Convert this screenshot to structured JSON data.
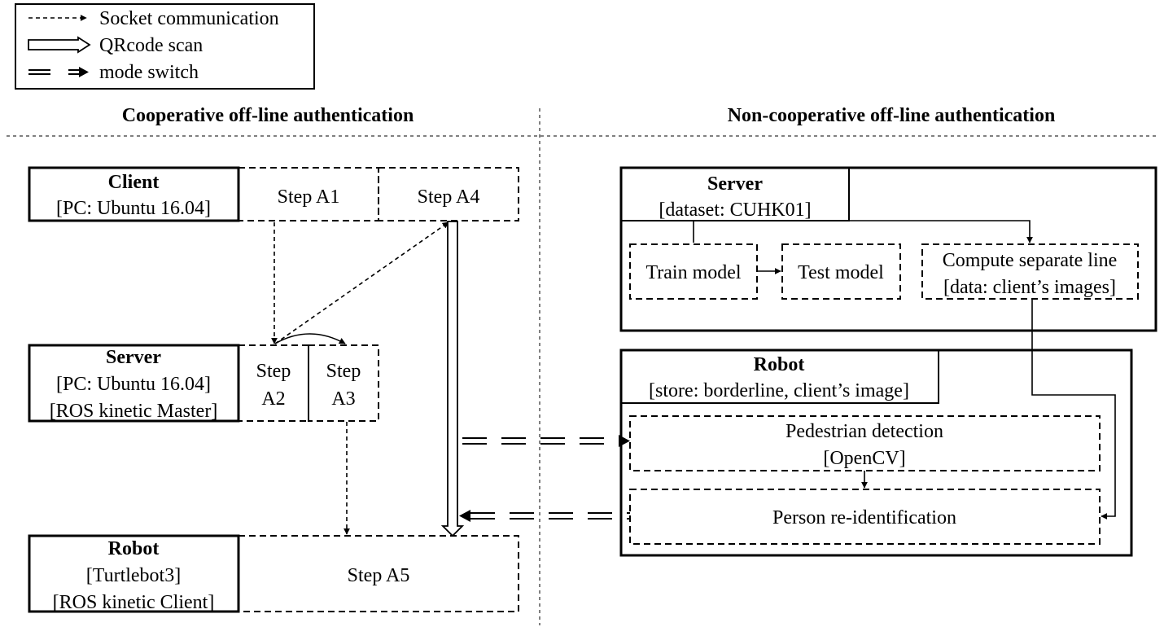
{
  "legend": {
    "socket": "Socket communication",
    "qrcode": "QRcode scan",
    "mode": "mode switch"
  },
  "sections": {
    "left": "Cooperative off-line authentication",
    "right": "Non-cooperative off-line authentication"
  },
  "left": {
    "client": {
      "title": "Client",
      "sub": "[PC: Ubuntu 16.04]"
    },
    "server": {
      "title": "Server",
      "sub1": "[PC: Ubuntu 16.04]",
      "sub2": "[ROS kinetic Master]"
    },
    "robot": {
      "title": "Robot",
      "sub1": "[Turtlebot3]",
      "sub2": "[ROS kinetic Client]"
    },
    "steps": {
      "a1": "Step A1",
      "a4": "Step A4",
      "a2_l1": "Step",
      "a2_l2": "A2",
      "a3_l1": "Step",
      "a3_l2": "A3",
      "a5": "Step A5"
    }
  },
  "right": {
    "server": {
      "title": "Server",
      "sub": "[dataset: CUHK01]",
      "train": "Train model",
      "test": "Test model",
      "compute_l1": "Compute separate line",
      "compute_l2": "[data: client’s images]"
    },
    "robot": {
      "title": "Robot",
      "sub": "[store: borderline, client’s image]",
      "ped_l1": "Pedestrian detection",
      "ped_l2": "[OpenCV]",
      "reid": "Person re-identification"
    }
  }
}
